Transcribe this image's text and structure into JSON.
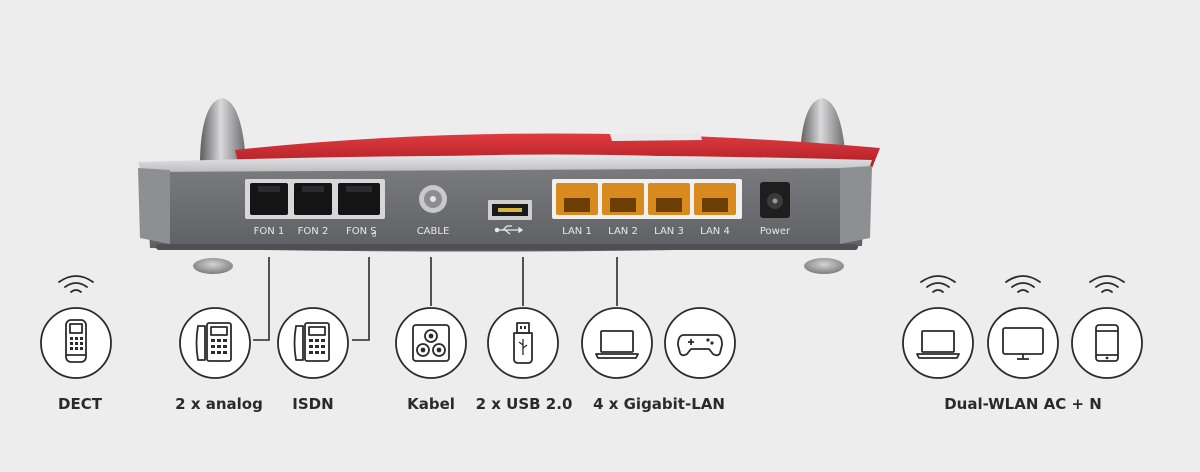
{
  "router": {
    "port_labels": {
      "fon1": "FON 1",
      "fon2": "FON 2",
      "fons0": "FON S",
      "fons0_sub": "0",
      "cable": "CABLE",
      "lan1": "LAN 1",
      "lan2": "LAN 2",
      "lan3": "LAN 3",
      "lan4": "LAN 4",
      "power": "Power"
    },
    "colors": {
      "body": "#6e6f72",
      "accent": "#c8242c",
      "lan_port": "#d88a1e",
      "icon_stroke": "#2b2b2b"
    }
  },
  "connections": {
    "dect": "DECT",
    "analog": "2 x analog",
    "isdn": "ISDN",
    "kabel": "Kabel",
    "usb": "2 x USB 2.0",
    "lan": "4 x Gigabit-LAN",
    "wlan": "Dual-WLAN AC + N"
  },
  "icons": [
    "wifi-icon",
    "dect-phone-icon",
    "desk-phone-icon",
    "cable-socket-icon",
    "usb-stick-icon",
    "laptop-icon",
    "gamepad-icon",
    "monitor-icon",
    "tablet-icon"
  ]
}
